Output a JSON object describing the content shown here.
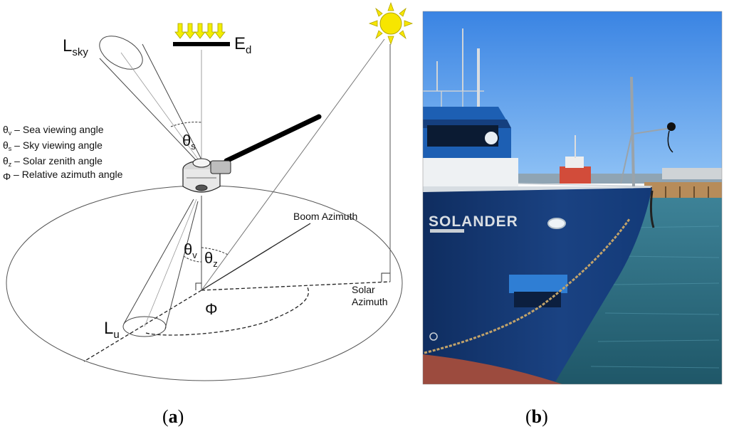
{
  "panel_a": {
    "lsky_main": "L",
    "lsky_sub": "sky",
    "ed_main": "E",
    "ed_sub": "d",
    "theta_s_main": "θ",
    "theta_s_sub": "s",
    "theta_v_main": "θ",
    "theta_v_sub": "v",
    "theta_z_main": "θ",
    "theta_z_sub": "z",
    "phi": "Φ",
    "lu_main": "L",
    "lu_sub": "u",
    "boom_azimuth": "Boom Azimuth",
    "solar_azimuth_1": "Solar",
    "solar_azimuth_2": "Azimuth",
    "legend": [
      {
        "sym": "θ",
        "sub": "v",
        "text": " – Sea viewing angle"
      },
      {
        "sym": "θ",
        "sub": "s",
        "text": " – Sky viewing angle"
      },
      {
        "sym": "θ",
        "sub": "z",
        "text": " – Solar zenith angle"
      },
      {
        "sym": "Φ",
        "sub": "",
        "text": " – Relative azimuth angle"
      }
    ],
    "caption": [
      "(",
      "a",
      ")"
    ]
  },
  "panel_b": {
    "ship_name": "SOLANDER",
    "caption": [
      "(",
      "b",
      ")"
    ]
  },
  "colors": {
    "sky": "#3f8ee6",
    "hull": "#13356f",
    "sea": "#2e6f86",
    "sun": "#f7e600",
    "arrows": "#f2ee00"
  }
}
